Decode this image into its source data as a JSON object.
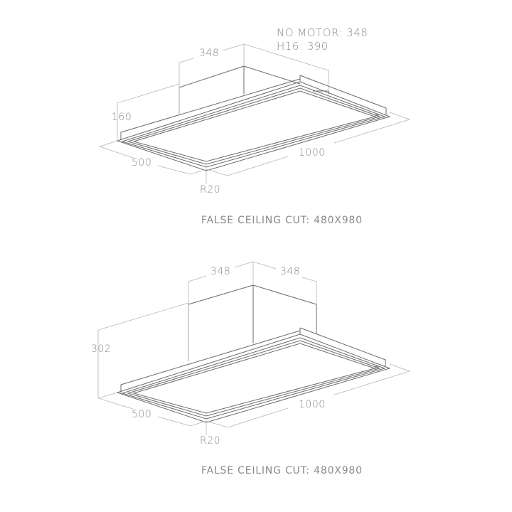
{
  "colors": {
    "line": "#6a6a6a",
    "dimension": "#b5b5b5",
    "text": "#8a8a8a",
    "background": "#ffffff"
  },
  "top_drawing": {
    "notes": {
      "line1": "NO MOTOR: 348",
      "line2": "H16: 390"
    },
    "dims": {
      "motor_width": "348",
      "height": "160",
      "depth": "500",
      "length": "1000",
      "radius": "R20"
    },
    "caption": "FALSE CEILING CUT: 480X980"
  },
  "bottom_drawing": {
    "dims": {
      "motor_width_left": "348",
      "motor_width_right": "348",
      "height": "302",
      "depth": "500",
      "length": "1000",
      "radius": "R20"
    },
    "caption": "FALSE CEILING CUT: 480X980"
  }
}
